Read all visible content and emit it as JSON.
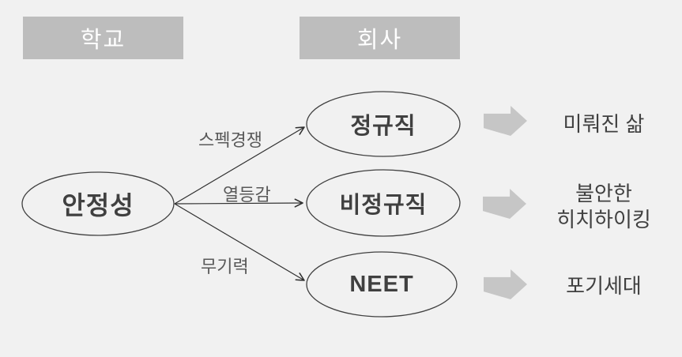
{
  "colors": {
    "background": "#f1f1f1",
    "header_box_fill": "#bdbdbd",
    "header_text": "#ffffff",
    "node_text": "#404040",
    "edge_label_text": "#595959",
    "outcome_text": "#404040",
    "block_arrow_fill": "#c6c6c6",
    "line_stroke": "#303030"
  },
  "headers": [
    {
      "label": "학교"
    },
    {
      "label": "회사"
    }
  ],
  "source_node": {
    "label": "안정성"
  },
  "rows": [
    {
      "edge_label": "스펙경쟁",
      "node_label": "정규직",
      "outcome_lines": [
        "미뤄진 삶"
      ]
    },
    {
      "edge_label": "열등감",
      "node_label": "비정규직",
      "outcome_lines": [
        "불안한",
        "히치하이킹"
      ]
    },
    {
      "edge_label": "무기력",
      "node_label": "NEET",
      "outcome_lines": [
        "포기세대"
      ]
    }
  ]
}
